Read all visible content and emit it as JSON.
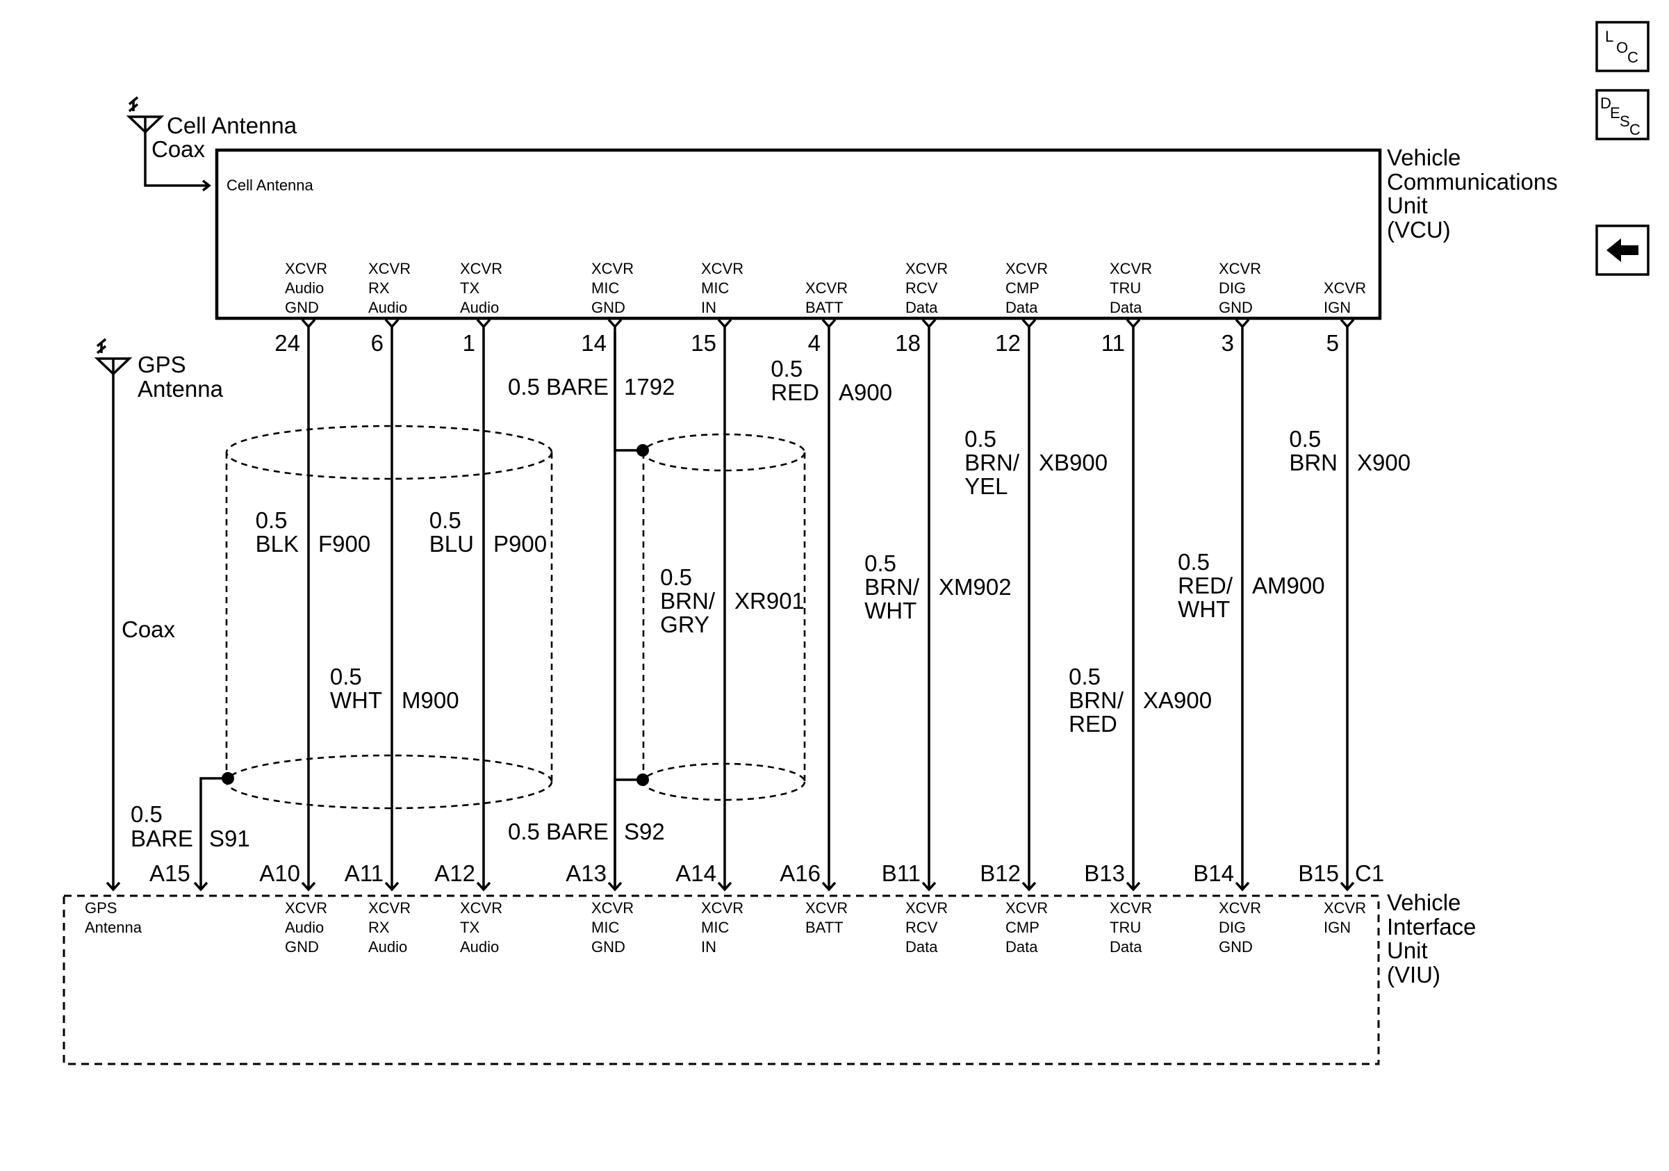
{
  "vcu": {
    "label": [
      "Vehicle",
      "Communications",
      "Unit",
      "(VCU)"
    ],
    "cell_antenna_pin": "Cell Antenna"
  },
  "viu": {
    "label": [
      "Vehicle",
      "Interface",
      "Unit",
      "(VIU)"
    ],
    "gps_pin": [
      "GPS",
      "Antenna"
    ],
    "connector": "C1"
  },
  "cell_antenna": {
    "label": "Cell Antenna",
    "coax": "Coax"
  },
  "gps_antenna": {
    "label": [
      "GPS",
      "Antenna"
    ],
    "coax": "Coax"
  },
  "circuits": [
    {
      "id": "audio_gnd",
      "vcu_pin": "24",
      "viu_pin": "A10",
      "names": [
        "XCVR",
        "Audio",
        "GND"
      ],
      "wire": [
        "0.5",
        "BLK"
      ],
      "circuit": "F900"
    },
    {
      "id": "rx_audio",
      "vcu_pin": "6",
      "viu_pin": "A11",
      "names": [
        "XCVR",
        "RX",
        "Audio"
      ],
      "wire": [
        "0.5",
        "WHT"
      ],
      "circuit": "M900"
    },
    {
      "id": "tx_audio",
      "vcu_pin": "1",
      "viu_pin": "A12",
      "names": [
        "XCVR",
        "TX",
        "Audio"
      ],
      "wire": [
        "0.5",
        "BLU"
      ],
      "circuit": "P900"
    },
    {
      "id": "mic_gnd",
      "vcu_pin": "14",
      "viu_pin": "A13",
      "names": [
        "XCVR",
        "MIC",
        "GND"
      ],
      "wire": [],
      "circuit": ""
    },
    {
      "id": "mic_in",
      "vcu_pin": "15",
      "viu_pin": "A14",
      "names": [
        "XCVR",
        "MIC",
        "IN"
      ],
      "wire": [
        "0.5",
        "BRN/",
        "GRY"
      ],
      "circuit": "XR901"
    },
    {
      "id": "batt",
      "vcu_pin": "4",
      "viu_pin": "A16",
      "names": [
        "XCVR",
        "BATT"
      ],
      "wire": [
        "0.5",
        "RED"
      ],
      "circuit": "A900"
    },
    {
      "id": "rcv_data",
      "vcu_pin": "18",
      "viu_pin": "B11",
      "names": [
        "XCVR",
        "RCV",
        "Data"
      ],
      "wire": [
        "0.5",
        "BRN/",
        "WHT"
      ],
      "circuit": "XM902"
    },
    {
      "id": "cmp_data",
      "vcu_pin": "12",
      "viu_pin": "B12",
      "names": [
        "XCVR",
        "CMP",
        "Data"
      ],
      "wire": [
        "0.5",
        "BRN/",
        "YEL"
      ],
      "circuit": "XB900"
    },
    {
      "id": "tru_data",
      "vcu_pin": "11",
      "viu_pin": "B13",
      "names": [
        "XCVR",
        "TRU",
        "Data"
      ],
      "wire": [
        "0.5",
        "BRN/",
        "RED"
      ],
      "circuit": "XA900"
    },
    {
      "id": "dig_gnd",
      "vcu_pin": "3",
      "viu_pin": "B14",
      "names": [
        "XCVR",
        "DIG",
        "GND"
      ],
      "wire": [
        "0.5",
        "RED/",
        "WHT"
      ],
      "circuit": "AM900"
    },
    {
      "id": "ign",
      "vcu_pin": "5",
      "viu_pin": "B15",
      "names": [
        "XCVR",
        "IGN"
      ],
      "wire": [
        "0.5",
        "BRN"
      ],
      "circuit": "X900"
    }
  ],
  "gps_viu_pin": "A15",
  "drains": {
    "s91": {
      "wire": [
        "0.5",
        "BARE"
      ],
      "splice": "S91"
    },
    "mic_top": {
      "wire": "0.5 BARE",
      "circuit": "1792"
    },
    "s92": {
      "wire": "0.5 BARE",
      "splice": "S92"
    }
  },
  "nav": {
    "loc": [
      "L",
      "O",
      "C"
    ],
    "desc": [
      "D",
      "E",
      "S",
      "C"
    ],
    "back_icon": "left-arrow-icon"
  }
}
